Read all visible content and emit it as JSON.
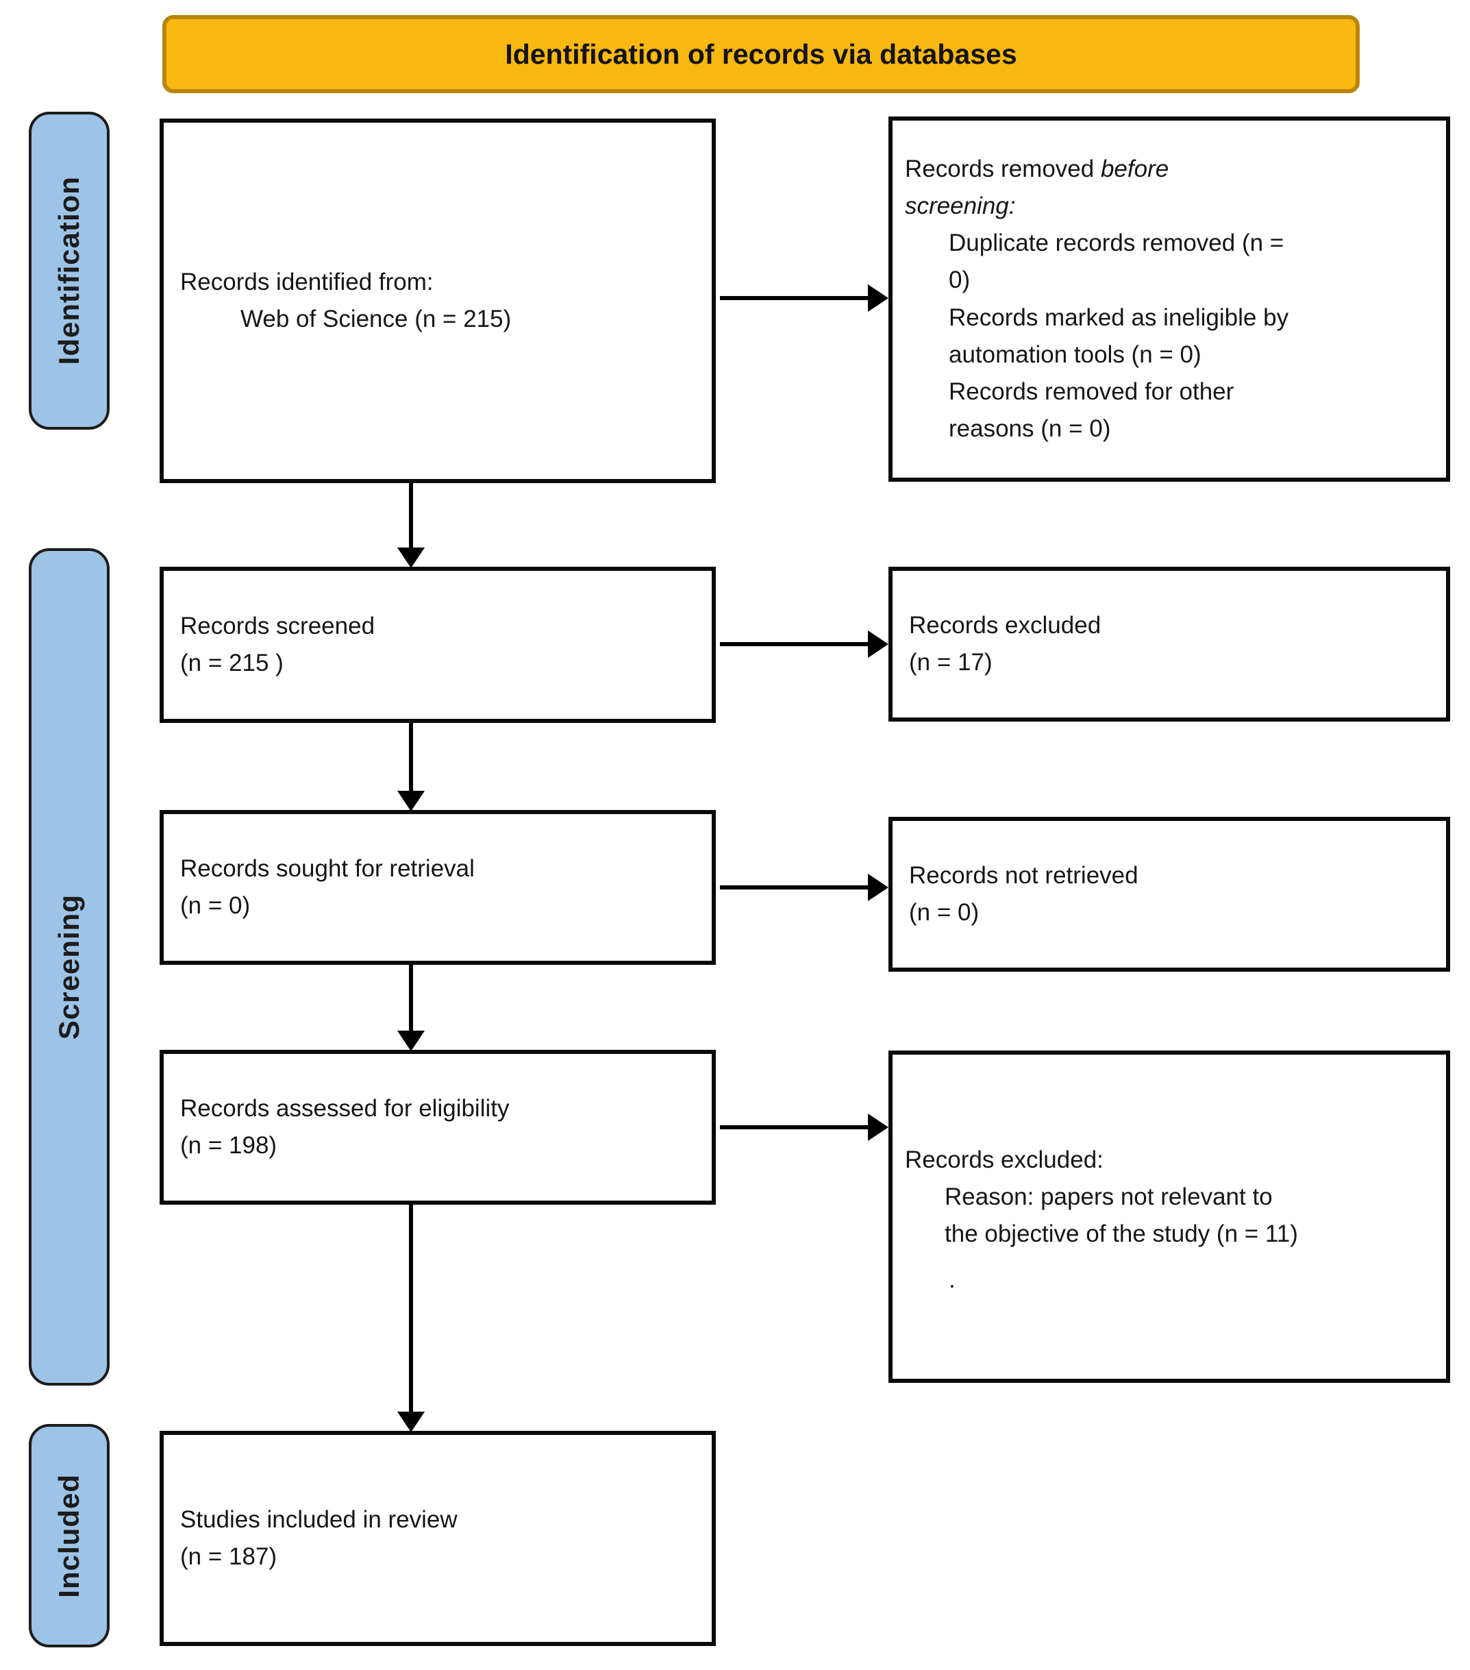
{
  "banner": {
    "label": "Identification of records via databases"
  },
  "stages": [
    {
      "label": "Identification"
    },
    {
      "label": "Screening"
    },
    {
      "label": "Included"
    }
  ],
  "flow": {
    "identified": {
      "title": "Records identified from:",
      "detail": "Web of Science (n = 215)"
    },
    "removed_before_screening": {
      "intro_regular": "Records removed ",
      "intro_italic": "before screening",
      "intro_suffix": ":",
      "items": [
        "Duplicate records removed (n = 0)",
        "Records marked as ineligible by automation tools (n = 0)",
        "Records removed for other reasons (n = 0)"
      ]
    },
    "screened": {
      "title": "Records screened",
      "count": "(n = 215 )"
    },
    "excluded_screening": {
      "title": "Records excluded",
      "count": "(n = 17)"
    },
    "sought": {
      "title": "Records sought for retrieval",
      "count": "(n = 0)"
    },
    "not_retrieved": {
      "title": "Records not retrieved",
      "count": "(n = 0)"
    },
    "assessed": {
      "title": "Records assessed for eligibility",
      "count": "(n = 198)"
    },
    "excluded_eligibility": {
      "title": "Records excluded:",
      "reason": "Reason: papers not relevant to the objective of the study (n = 11)",
      "trailing_dot": "."
    },
    "included": {
      "title": "Studies included in review",
      "count": "(n = 187)"
    }
  },
  "colors": {
    "banner_bg": "#F9B812",
    "banner_border": "#B8860B",
    "stage_bg": "#9DC3E6",
    "stage_border": "#1C1C1C",
    "box_border": "#0A0A0A",
    "arrow": "#000000",
    "text": "#161616",
    "page_bg": "#FFFFFF"
  }
}
